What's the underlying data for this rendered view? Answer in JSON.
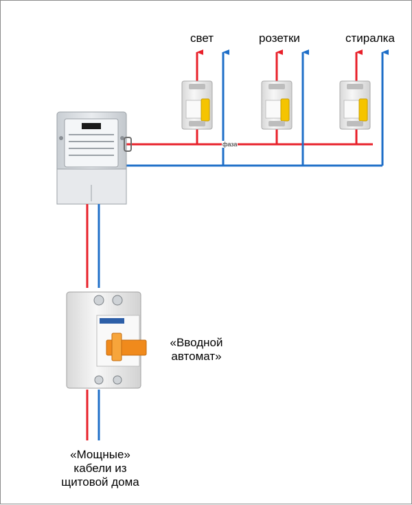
{
  "labels": {
    "svet": "свет",
    "rozetki": "розетки",
    "stiralka": "стиралка",
    "faza": "фаза",
    "vvodnoy_line1": "«Вводной",
    "vvodnoy_line2": "автомат»",
    "cables_line1": "«Мощные»",
    "cables_line2": "кабели из",
    "cables_line3": "щитовой дома"
  },
  "colors": {
    "phase": "#e8202a",
    "neutral": "#1f6fc8",
    "breaker_body": "#eeeeee",
    "breaker_lever": "#f5c400",
    "main_breaker_accent": "#f08a1c"
  }
}
